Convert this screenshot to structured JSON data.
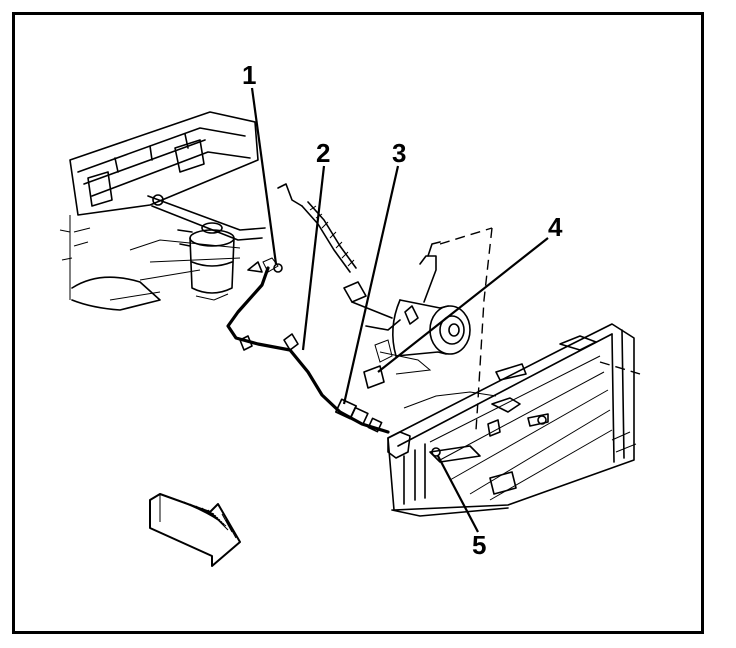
{
  "diagram": {
    "callouts": [
      {
        "id": "1",
        "label": "1"
      },
      {
        "id": "2",
        "label": "2"
      },
      {
        "id": "3",
        "label": "3"
      },
      {
        "id": "4",
        "label": "4"
      },
      {
        "id": "5",
        "label": "5"
      }
    ],
    "colors": {
      "line": "#000000",
      "background": "#ffffff"
    },
    "orientation_arrow": "forward-direction-arrow"
  }
}
